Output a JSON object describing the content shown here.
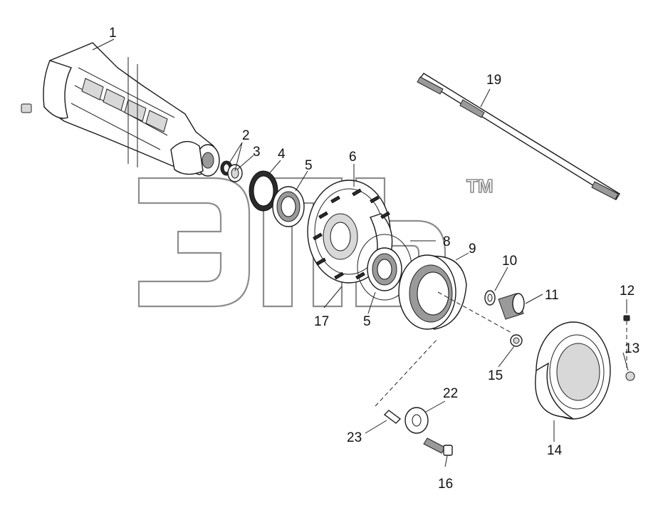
{
  "watermark": {
    "trademark": "TM"
  },
  "callouts": [
    {
      "id": "1",
      "text": "1"
    },
    {
      "id": "2",
      "text": "2"
    },
    {
      "id": "3",
      "text": "3"
    },
    {
      "id": "4",
      "text": "4"
    },
    {
      "id": "5a",
      "text": "5"
    },
    {
      "id": "6",
      "text": "6"
    },
    {
      "id": "8",
      "text": "8"
    },
    {
      "id": "9",
      "text": "9"
    },
    {
      "id": "10",
      "text": "10"
    },
    {
      "id": "11",
      "text": "11"
    },
    {
      "id": "12",
      "text": "12"
    },
    {
      "id": "13",
      "text": "13"
    },
    {
      "id": "14",
      "text": "14"
    },
    {
      "id": "15",
      "text": "15"
    },
    {
      "id": "16",
      "text": "16"
    },
    {
      "id": "17",
      "text": "17"
    },
    {
      "id": "5b",
      "text": "5"
    },
    {
      "id": "19",
      "text": "19"
    },
    {
      "id": "22",
      "text": "22"
    },
    {
      "id": "23",
      "text": "23"
    }
  ]
}
